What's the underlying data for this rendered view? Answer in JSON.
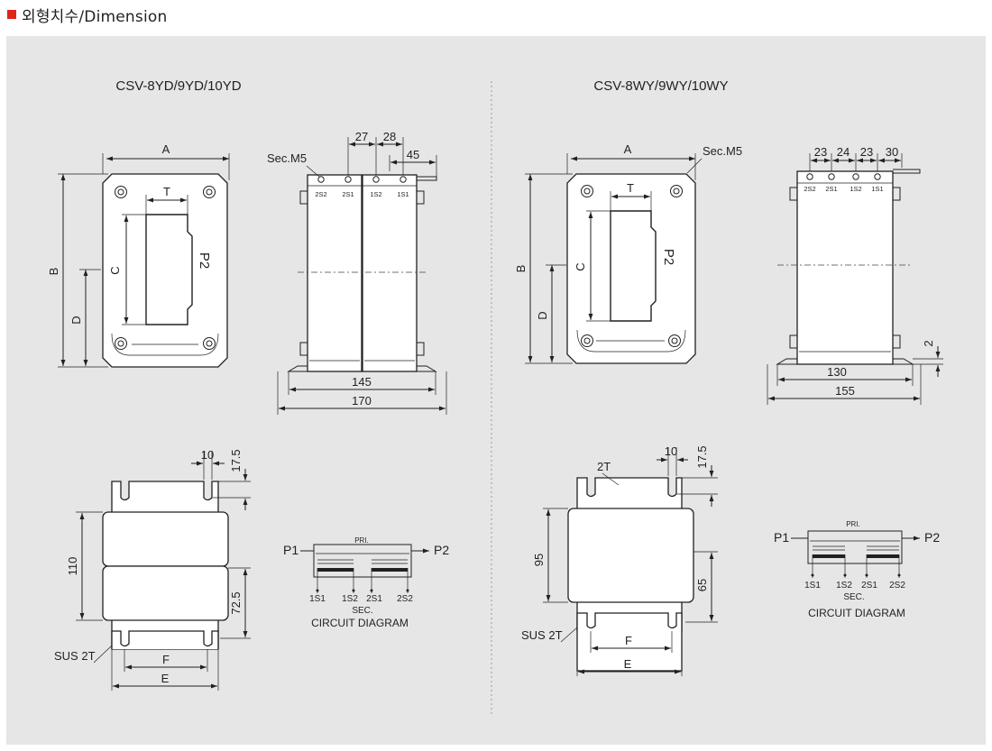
{
  "header": {
    "title": "외형치수/Dimension",
    "accent_color": "#e2231a"
  },
  "left": {
    "title": "CSV-8YD/9YD/10YD",
    "front": {
      "A": "A",
      "B": "B",
      "C": "C",
      "D": "D",
      "T": "T",
      "P2": "P2"
    },
    "side": {
      "sec": "Sec.M5",
      "d27": "27",
      "d28": "28",
      "d45": "45",
      "d145": "145",
      "d170": "170",
      "terminals": [
        "2S2",
        "2S1",
        "1S2",
        "1S1"
      ]
    },
    "bottom": {
      "d10": "10",
      "d17_5": "17.5",
      "d110": "110",
      "d72_5": "72.5",
      "F": "F",
      "E": "E",
      "sus": "SUS 2T"
    },
    "circuit": {
      "pri": "PRI.",
      "p1": "P1",
      "p2": "P2",
      "sec": "SEC.",
      "caption": "CIRCUIT DIAGRAM",
      "terminals": [
        "1S1",
        "1S2",
        "2S1",
        "2S2"
      ]
    }
  },
  "right": {
    "title": "CSV-8WY/9WY/10WY",
    "front": {
      "A": "A",
      "B": "B",
      "C": "C",
      "D": "D",
      "T": "T",
      "P2": "P2",
      "sec": "Sec.M5"
    },
    "side": {
      "d23a": "23",
      "d24": "24",
      "d23b": "23",
      "d30": "30",
      "d2": "2",
      "d130": "130",
      "d155": "155",
      "terminals": [
        "2S2",
        "2S1",
        "1S2",
        "1S1"
      ]
    },
    "bottom": {
      "d10": "10",
      "d17_5": "17.5",
      "d2t": "2T",
      "d95": "95",
      "d65": "65",
      "F": "F",
      "E": "E",
      "sus": "SUS 2T"
    },
    "circuit": {
      "pri": "PRI.",
      "p1": "P1",
      "p2": "P2",
      "sec": "SEC.",
      "caption": "CIRCUIT DIAGRAM",
      "terminals": [
        "1S1",
        "1S2",
        "2S1",
        "2S2"
      ]
    }
  }
}
